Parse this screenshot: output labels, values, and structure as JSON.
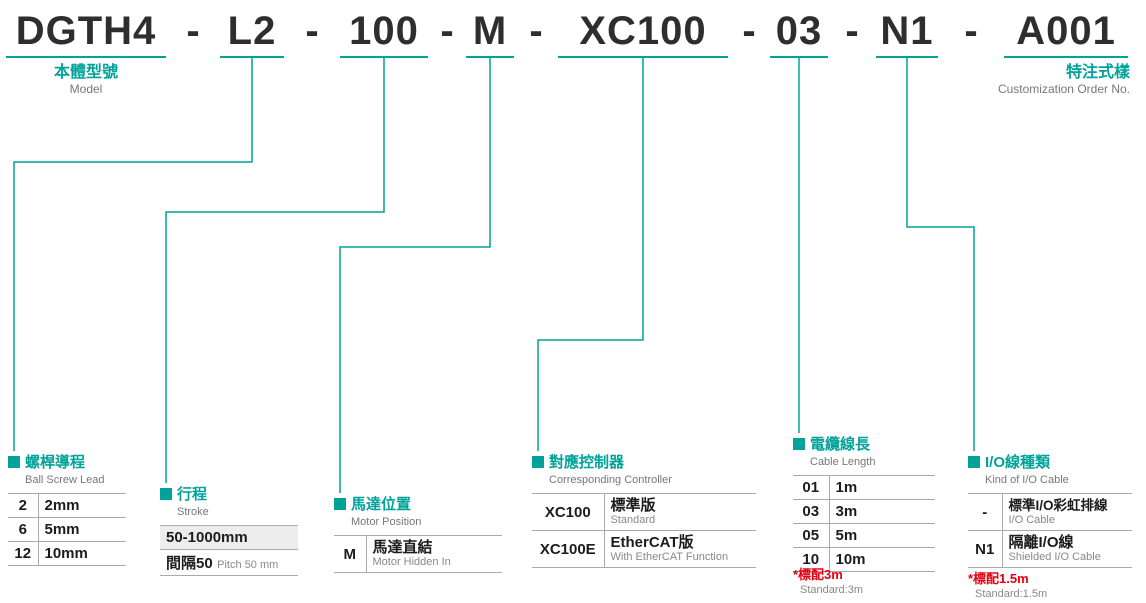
{
  "code": {
    "segments": [
      "DGTH4",
      "L2",
      "100",
      "M",
      "XC100",
      "03",
      "N1",
      "A001"
    ],
    "separator": "-"
  },
  "labels": {
    "model": {
      "zh": "本體型號",
      "en": "Model"
    },
    "customization": {
      "zh": "特注式樣",
      "en": "Customization Order No."
    }
  },
  "sections": {
    "ball_screw_lead": {
      "title_zh": "螺桿導程",
      "title_en": "Ball Screw Lead",
      "rows": [
        {
          "code": "2",
          "value": "2mm"
        },
        {
          "code": "6",
          "value": "5mm"
        },
        {
          "code": "12",
          "value": "10mm"
        }
      ]
    },
    "stroke": {
      "title_zh": "行程",
      "title_en": "Stroke",
      "range": "50-1000mm",
      "pitch_zh": "間隔50",
      "pitch_en": "Pitch 50 mm"
    },
    "motor_position": {
      "title_zh": "馬達位置",
      "title_en": "Motor Position",
      "rows": [
        {
          "code": "M",
          "zh": "馬達直結",
          "en": "Motor Hidden In"
        }
      ]
    },
    "controller": {
      "title_zh": "對應控制器",
      "title_en": "Corresponding Controller",
      "rows": [
        {
          "code": "XC100",
          "zh": "標準版",
          "en": "Standard"
        },
        {
          "code": "XC100E",
          "zh": "EtherCAT版",
          "en": "With EtherCAT Function"
        }
      ]
    },
    "cable_length": {
      "title_zh": "電纜線長",
      "title_en": "Cable Length",
      "rows": [
        {
          "code": "01",
          "value": "1m"
        },
        {
          "code": "03",
          "value": "3m"
        },
        {
          "code": "05",
          "value": "5m"
        },
        {
          "code": "10",
          "value": "10m"
        }
      ],
      "note_zh": "*標配3m",
      "note_en": "Standard:3m"
    },
    "io_cable": {
      "title_zh": "I/O線種類",
      "title_en": "Kind of I/O Cable",
      "rows": [
        {
          "code": "-",
          "zh": "標準I/O彩虹排線",
          "en": "I/O Cable"
        },
        {
          "code": "N1",
          "zh": "隔離I/O線",
          "en": "Shielded I/O Cable"
        }
      ],
      "note_zh": "*標配1.5m",
      "note_en": "Standard:1.5m"
    }
  },
  "colors": {
    "teal": "#00a29a",
    "red": "#e60012"
  }
}
